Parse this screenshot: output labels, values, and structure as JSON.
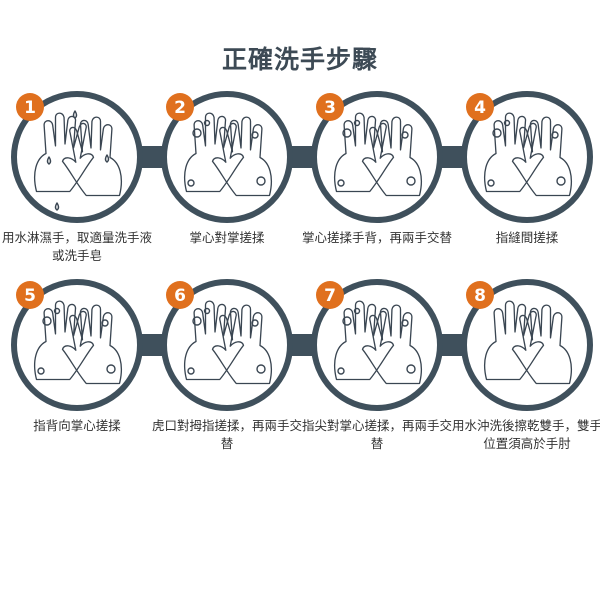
{
  "title": "正確洗手步驟",
  "colors": {
    "ring": "#3f505c",
    "badge": "#e0701e",
    "line": "#3a4652"
  },
  "steps": [
    {
      "number": "1",
      "label": "用水淋濕手，取適量洗手液或洗手皂",
      "icon": "wet-hands-icon"
    },
    {
      "number": "2",
      "label": "掌心對掌搓揉",
      "icon": "palm-to-palm-icon"
    },
    {
      "number": "3",
      "label": "掌心搓揉手背，再兩手交替",
      "icon": "palm-over-back-icon"
    },
    {
      "number": "4",
      "label": "指縫間搓揉",
      "icon": "interlaced-fingers-icon"
    },
    {
      "number": "5",
      "label": "指背向掌心搓揉",
      "icon": "backs-of-fingers-icon"
    },
    {
      "number": "6",
      "label": "虎口對拇指搓揉，再兩手交替",
      "icon": "thumb-rub-icon"
    },
    {
      "number": "7",
      "label": "指尖對掌心搓揉，再兩手交替",
      "icon": "fingertips-icon"
    },
    {
      "number": "8",
      "label": "用水沖洗後擦乾雙手，雙手位置須高於手肘",
      "icon": "rinse-dry-icon"
    }
  ]
}
